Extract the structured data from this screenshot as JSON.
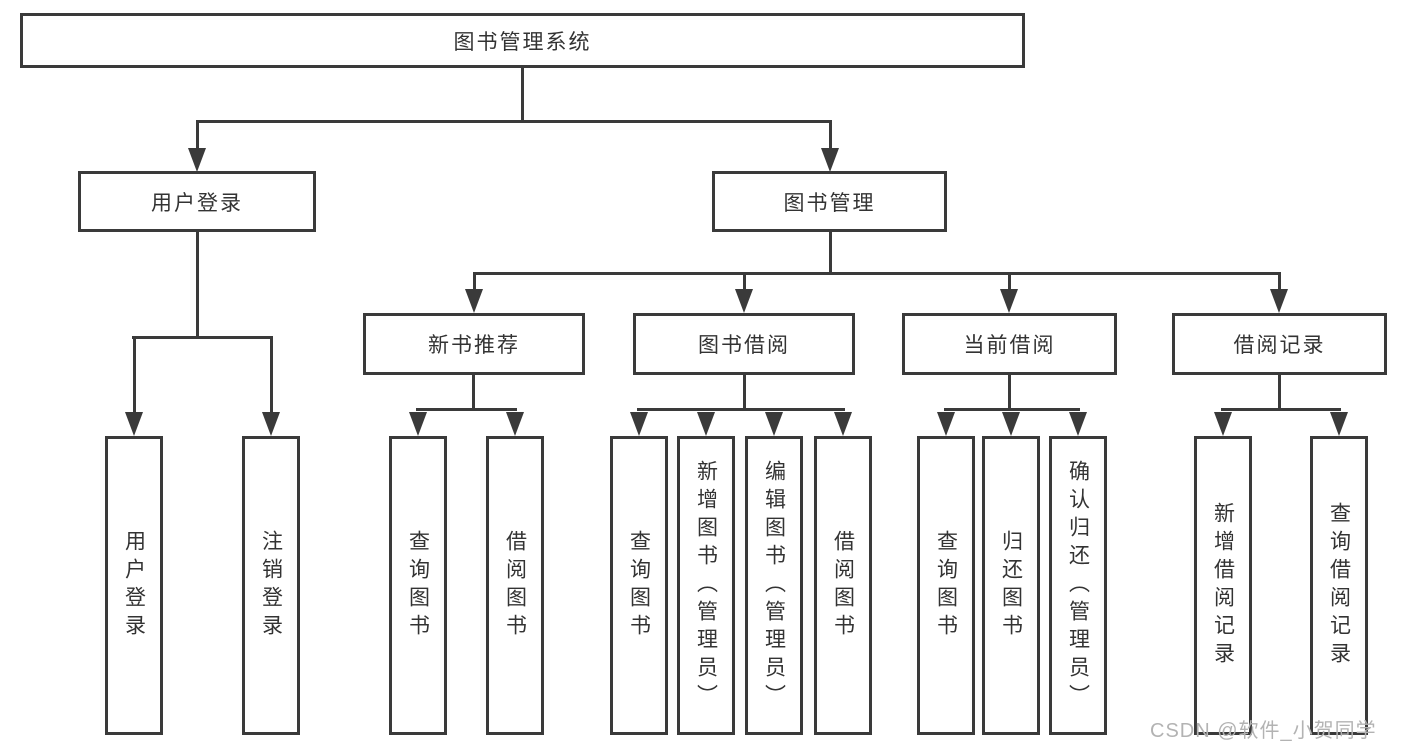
{
  "diagram": {
    "root": {
      "label": "图书管理系统"
    },
    "branches": [
      {
        "label": "用户登录",
        "children": [
          "用户登录",
          "注销登录"
        ]
      },
      {
        "label": "图书管理"
      }
    ],
    "modules": [
      {
        "label": "新书推荐",
        "children": [
          "查询图书",
          "借阅图书"
        ]
      },
      {
        "label": "图书借阅",
        "children": [
          "查询图书",
          "新增图书（管理员）",
          "编辑图书（管理员）",
          "借阅图书"
        ]
      },
      {
        "label": "当前借阅",
        "children": [
          "查询图书",
          "归还图书",
          "确认归还（管理员）"
        ]
      },
      {
        "label": "借阅记录",
        "children": [
          "新增借阅记录",
          "查询借阅记录"
        ]
      }
    ]
  },
  "watermark": {
    "text": "CSDN @软件_小贺同学"
  },
  "colors": {
    "line": "#3a3a3a",
    "box_border": "#3a3a3a",
    "box_fill": "#ffffff",
    "text": "#333333",
    "watermark": "#b3b3b3",
    "background": "#ffffff"
  }
}
